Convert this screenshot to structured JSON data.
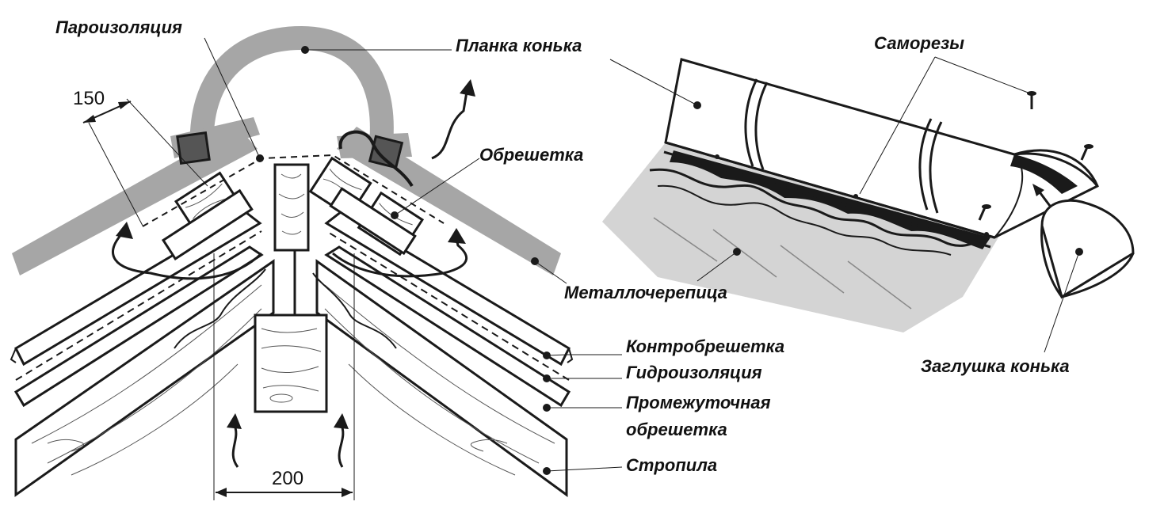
{
  "labels": {
    "vapor_barrier": "Пароизоляция",
    "ridge_strip": "Планка конька",
    "battens": "Обрешетка",
    "metal_tile": "Металлочерепица",
    "counter_battens": "Контробрешетка",
    "waterproofing": "Гидроизоляция",
    "intermediate_battens_line1": "Промежуточная",
    "intermediate_battens_line2": "обрешетка",
    "rafters": "Стропила",
    "screws": "Саморезы",
    "ridge_cap": "Заглушка конька"
  },
  "dimensions": {
    "top_offset": "150",
    "bottom_gap": "200"
  },
  "colors": {
    "line": "#1a1a1a",
    "ridge_gray": "#a6a6a6",
    "sheet_gray": "#d4d4d4",
    "dark_fill": "#555555"
  }
}
